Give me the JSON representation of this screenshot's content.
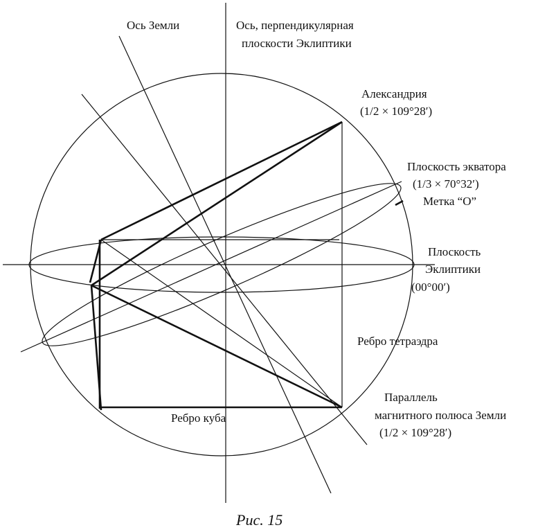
{
  "labels": {
    "earth_axis": "Ось Земли",
    "ecliptic_perp_axis_line1": "Ось, перпендикулярная",
    "ecliptic_perp_axis_line2": "плоскости Эклиптики",
    "alexandria": "Александрия",
    "alexandria_angle": "(1/2 × 109°28′)",
    "equator_plane": "Плоскость экватора",
    "equator_angle": "(1/3 × 70°32′)",
    "mark_o": "Метка “О”",
    "ecliptic_plane_line1": "Плоскость",
    "ecliptic_plane_line2": "Эклиптики",
    "ecliptic_angle": "(00°00′)",
    "tetrahedron_edge": "Ребро тетраэдра",
    "magnetic_parallel_line1": "Параллель",
    "magnetic_parallel_line2": "магнитного полюса Земли",
    "magnetic_parallel_angle": "(1/2 × 109°28′)",
    "cube_edge": "Ребро куба"
  },
  "caption": "Рис. 15"
}
